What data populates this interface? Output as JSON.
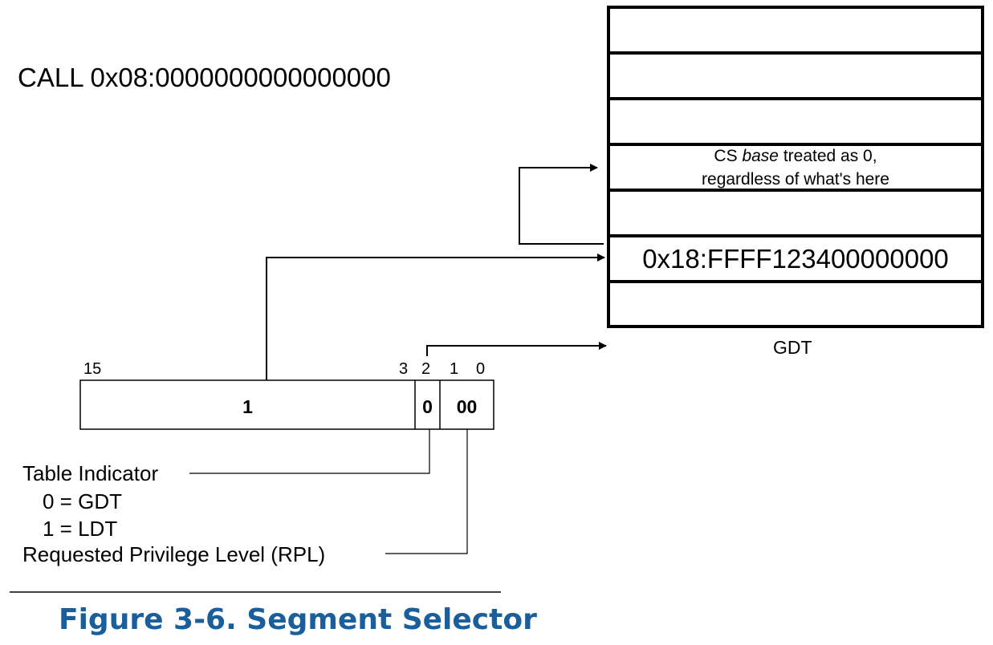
{
  "instruction": "CALL 0x08:0000000000000000",
  "gdt": {
    "label": "GDT",
    "cs_note_prefix": "CS ",
    "cs_note_italic": "base",
    "cs_note_line1_rest": " treated as 0,",
    "cs_note_line2": "regardless of what's here",
    "entry_value": "0x18:FFFF123400000000"
  },
  "selector": {
    "bit_labels": {
      "b15": "15",
      "b3": "3",
      "b2": "2",
      "b1": "1",
      "b0": "0"
    },
    "index_value": "1",
    "ti_value": "0",
    "rpl_value": "00"
  },
  "legend": {
    "ti_title": "Table Indicator",
    "ti_gdt": "0 = GDT",
    "ti_ldt": "1 = LDT",
    "rpl_title": "Requested Privilege Level (RPL)"
  },
  "caption": "Figure 3-6.  Segment Selector"
}
